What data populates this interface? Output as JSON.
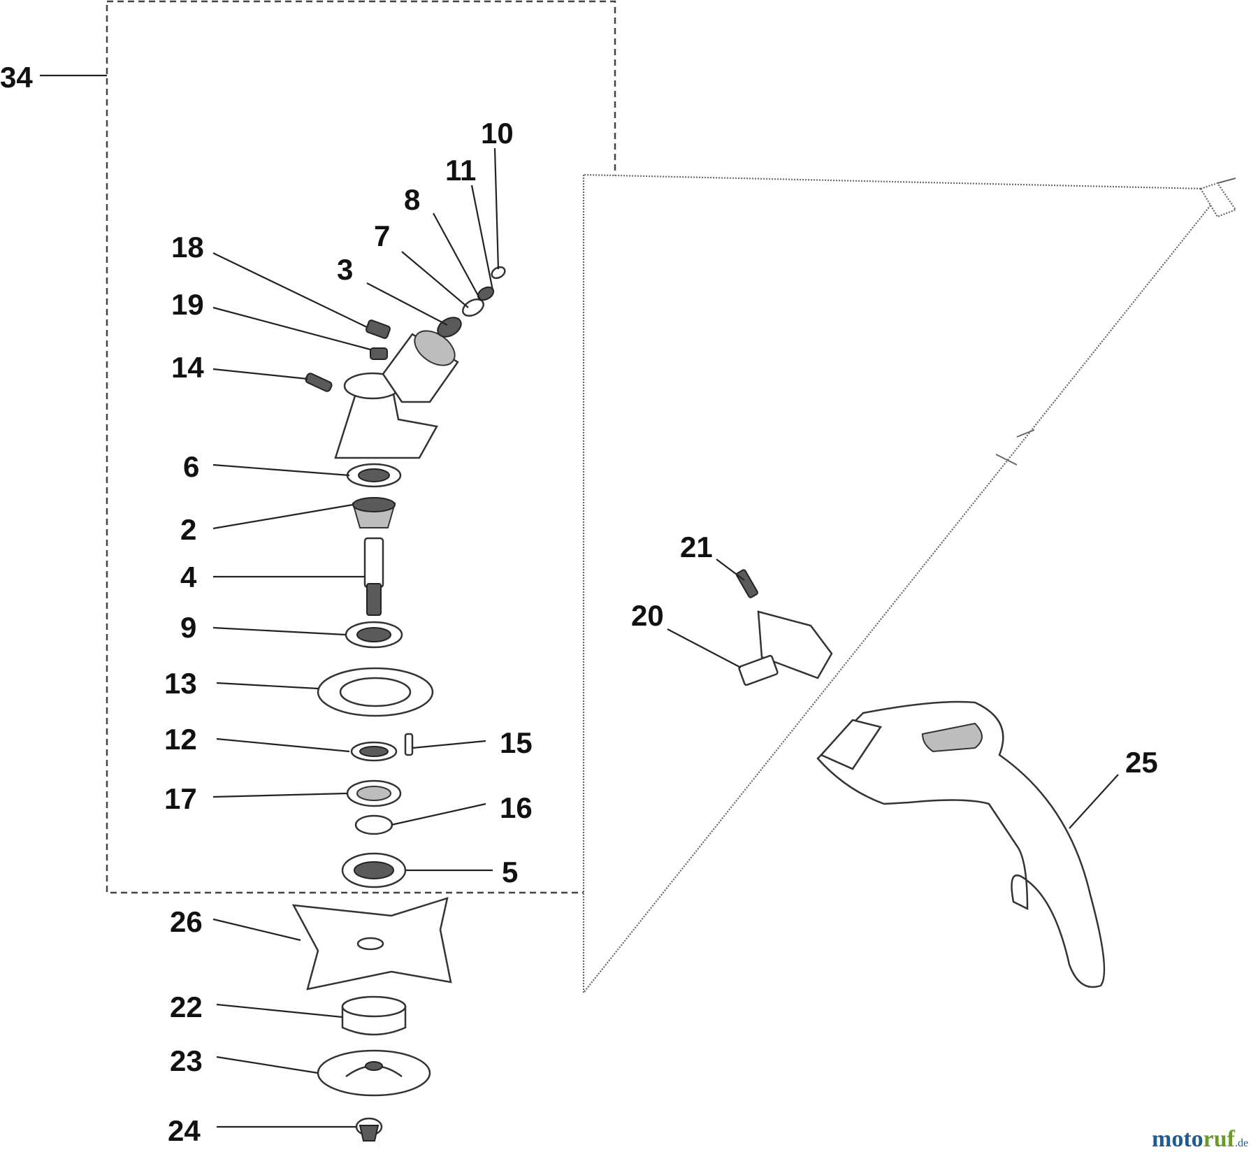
{
  "diagram": {
    "callouts": {
      "p34": "34",
      "p10": "10",
      "p11": "11",
      "p8": "8",
      "p7": "7",
      "p3": "3",
      "p18": "18",
      "p19": "19",
      "p14": "14",
      "p6": "6",
      "p2": "2",
      "p4": "4",
      "p9": "9",
      "p13": "13",
      "p12": "12",
      "p15": "15",
      "p17": "17",
      "p16": "16",
      "p5": "5",
      "p26": "26",
      "p22": "22",
      "p23": "23",
      "p24": "24",
      "p21": "21",
      "p20": "20",
      "p25": "25"
    }
  },
  "watermark": {
    "part1": "moto",
    "part2": "ruf",
    "suffix": ".de"
  }
}
